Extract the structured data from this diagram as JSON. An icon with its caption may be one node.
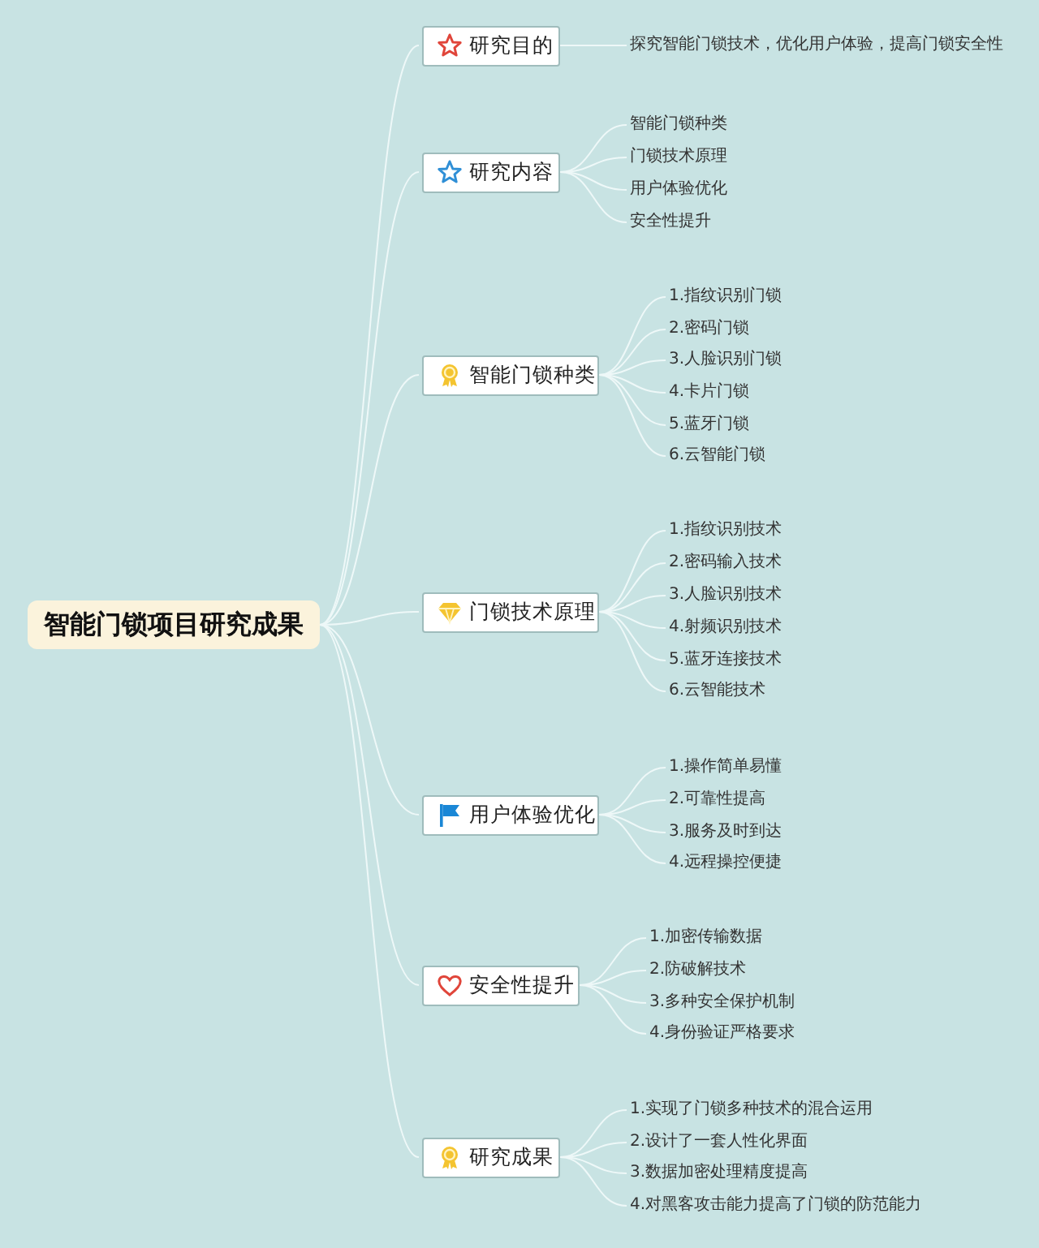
{
  "diagram": {
    "nodes": [
      {
        "text": [
          "智能门锁项目研究成果"
        ]
      },
      {
        "text": [
          "研究目的"
        ]
      },
      {
        "text": [
          "探究智能门锁技术，优化用户体验，提高门锁安全性"
        ]
      },
      {
        "text": [
          "研究内容"
        ]
      },
      {
        "text": [
          "智能门锁种类"
        ]
      },
      {
        "text": [
          "门锁技术原理"
        ]
      },
      {
        "text": [
          "用户体验优化"
        ]
      },
      {
        "text": [
          "安全性提升"
        ]
      },
      {
        "text": [
          "智能门锁种类"
        ]
      },
      {
        "text": [
          "1.指纹识别门锁"
        ]
      },
      {
        "text": [
          "2.密码门锁"
        ]
      },
      {
        "text": [
          "3.人脸识别门锁"
        ]
      },
      {
        "text": [
          "4.卡片门锁"
        ]
      },
      {
        "text": [
          "5.蓝牙门锁"
        ]
      },
      {
        "text": [
          "6.云智能门锁"
        ]
      },
      {
        "text": [
          "门锁技术原理"
        ]
      },
      {
        "text": [
          "1.指纹识别技术"
        ]
      },
      {
        "text": [
          "2.密码输入技术"
        ]
      },
      {
        "text": [
          "3.人脸识别技术"
        ]
      },
      {
        "text": [
          "4.射频识别技术"
        ]
      },
      {
        "text": [
          "5.蓝牙连接技术"
        ]
      },
      {
        "text": [
          "6.云智能技术"
        ]
      },
      {
        "text": [
          "用户体验优化"
        ]
      },
      {
        "text": [
          "1.操作简单易懂"
        ]
      },
      {
        "text": [
          "2.可靠性提高"
        ]
      },
      {
        "text": [
          "3.服务及时到达"
        ]
      },
      {
        "text": [
          "4.远程操控便捷"
        ]
      },
      {
        "text": [
          "安全性提升"
        ]
      },
      {
        "text": [
          "1.加密传输数据"
        ]
      },
      {
        "text": [
          "2.防破解技术"
        ]
      },
      {
        "text": [
          "3.多种安全保护机制"
        ]
      },
      {
        "text": [
          "4.身份验证严格要求"
        ]
      },
      {
        "text": [
          "研究成果"
        ]
      },
      {
        "text": [
          "1.实现了门锁多种技术的混合运用"
        ]
      },
      {
        "text": [
          "2.设计了一套人性化界面"
        ]
      },
      {
        "text": [
          "3.数据加密处理精度提高"
        ]
      },
      {
        "text": [
          "4.对黑客攻击能力提高了门锁的防范能力"
        ]
      }
    ],
    "edges": [
      {
        "from": 0,
        "to": 1,
        "arrow": "none"
      },
      {
        "from": 0,
        "to": 3,
        "arrow": "none"
      },
      {
        "from": 0,
        "to": 8,
        "arrow": "none"
      },
      {
        "from": 0,
        "to": 15,
        "arrow": "none"
      },
      {
        "from": 0,
        "to": 22,
        "arrow": "none"
      },
      {
        "from": 0,
        "to": 27,
        "arrow": "none"
      },
      {
        "from": 0,
        "to": 32,
        "arrow": "none"
      },
      {
        "from": 1,
        "to": 2,
        "arrow": "none"
      },
      {
        "from": 3,
        "to": 4,
        "arrow": "none"
      },
      {
        "from": 3,
        "to": 5,
        "arrow": "none"
      },
      {
        "from": 3,
        "to": 6,
        "arrow": "none"
      },
      {
        "from": 3,
        "to": 7,
        "arrow": "none"
      },
      {
        "from": 8,
        "to": 9,
        "arrow": "none"
      },
      {
        "from": 8,
        "to": 10,
        "arrow": "none"
      },
      {
        "from": 8,
        "to": 11,
        "arrow": "none"
      },
      {
        "from": 8,
        "to": 12,
        "arrow": "none"
      },
      {
        "from": 8,
        "to": 13,
        "arrow": "none"
      },
      {
        "from": 8,
        "to": 14,
        "arrow": "none"
      },
      {
        "from": 15,
        "to": 16,
        "arrow": "none"
      },
      {
        "from": 15,
        "to": 17,
        "arrow": "none"
      },
      {
        "from": 15,
        "to": 18,
        "arrow": "none"
      },
      {
        "from": 15,
        "to": 19,
        "arrow": "none"
      },
      {
        "from": 15,
        "to": 20,
        "arrow": "none"
      },
      {
        "from": 15,
        "to": 21,
        "arrow": "none"
      },
      {
        "from": 22,
        "to": 23,
        "arrow": "none"
      },
      {
        "from": 22,
        "to": 24,
        "arrow": "none"
      },
      {
        "from": 22,
        "to": 25,
        "arrow": "none"
      },
      {
        "from": 22,
        "to": 26,
        "arrow": "none"
      },
      {
        "from": 27,
        "to": 28,
        "arrow": "none"
      },
      {
        "from": 27,
        "to": 29,
        "arrow": "none"
      },
      {
        "from": 27,
        "to": 30,
        "arrow": "none"
      },
      {
        "from": 27,
        "to": 31,
        "arrow": "none"
      },
      {
        "from": 32,
        "to": 33,
        "arrow": "none"
      },
      {
        "from": 32,
        "to": 34,
        "arrow": "none"
      },
      {
        "from": 32,
        "to": 35,
        "arrow": "none"
      },
      {
        "from": 32,
        "to": 36,
        "arrow": "none"
      }
    ]
  }
}
